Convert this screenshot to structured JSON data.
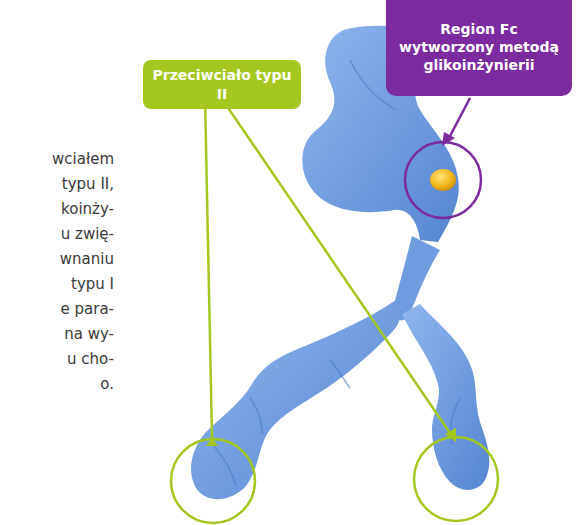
{
  "diagram": {
    "nodes": [
      {
        "text": [
          "Przeciwciało typu II"
        ]
      },
      {
        "text": [
          "Region Fc wytworzony metodą glikoinżynierii"
        ]
      }
    ],
    "labels": [
      "wciałem",
      "typu II,",
      "koinży-",
      "u zwię-",
      "wnaniu",
      "typu I",
      "e para-",
      "na wy-",
      "u cho-",
      "o."
    ]
  }
}
